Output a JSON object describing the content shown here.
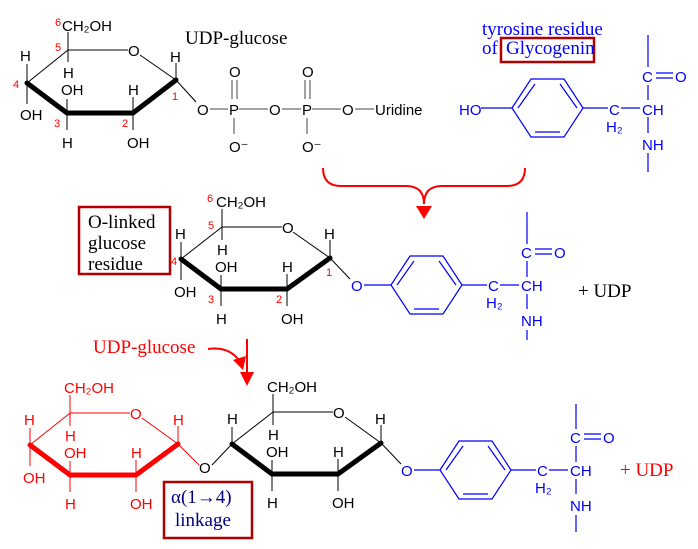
{
  "colors": {
    "molecule": "#000000",
    "tyrosine": "#0000ff",
    "added_glucose": "#ff0000",
    "box_border": "#b20000",
    "linkage_text": "#000080",
    "carbon_numbers": "#ff0000"
  },
  "top": {
    "title": "UDP-glucose",
    "glucose": {
      "c6": "CH₂OH",
      "c6_num": "6",
      "nums": [
        "1",
        "2",
        "3",
        "4",
        "5"
      ],
      "ring_o": "O",
      "h": "H",
      "oh": "OH"
    },
    "phosphate_chain": {
      "o": "O",
      "p": "P",
      "o_minus": "O⁻",
      "uridine": "Uridine"
    },
    "tyrosine_label_line1": "tyrosine residue",
    "tyrosine_label_line2_prefix": "of",
    "tyrosine_label_boxed": "Glycogenin",
    "tyrosine": {
      "ho": "HO",
      "c": "C",
      "h2": "H₂",
      "ch": "CH",
      "co": "C",
      "o": "O",
      "nh": "NH"
    }
  },
  "middle": {
    "box_label": [
      "O-linked",
      "glucose",
      "residue"
    ],
    "glucose": {
      "c6": "CH₂OH",
      "c6_num": "6",
      "nums": [
        "1",
        "2",
        "3",
        "4",
        "5"
      ]
    },
    "product_label": "+ UDP"
  },
  "bottom": {
    "reagent_label": "UDP-glucose",
    "added_glucose_c6": "CH₂OH",
    "glucose_c6": "CH₂OH",
    "linkage_label_line1": "α(1→4)",
    "linkage_label_line2": "linkage",
    "product_label": "+ UDP"
  }
}
